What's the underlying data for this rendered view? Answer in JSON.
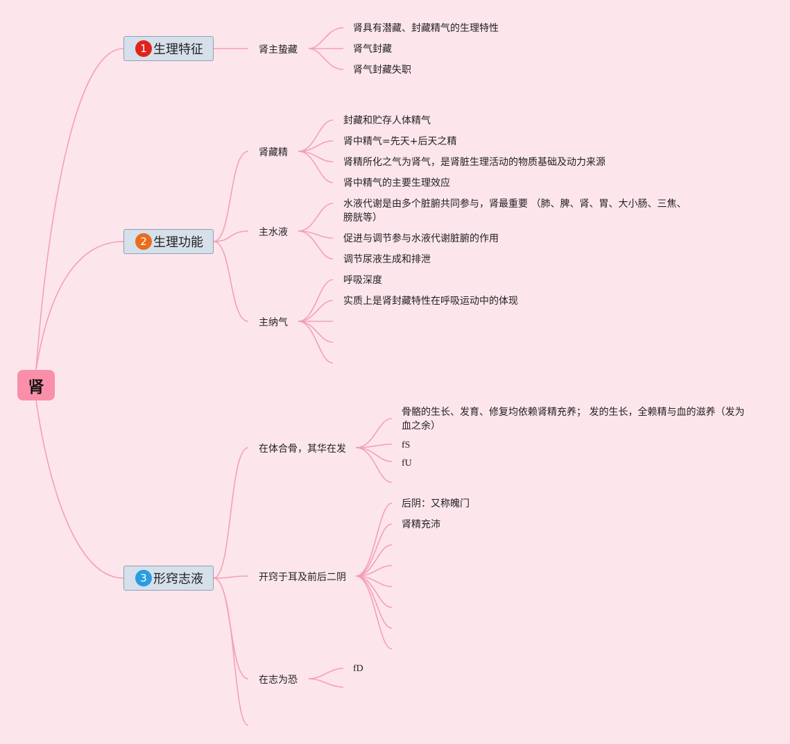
{
  "root": {
    "label": "肾"
  },
  "topics": [
    {
      "badge": "1",
      "badge_color": "#e0241c",
      "label": "生理特征"
    },
    {
      "badge": "2",
      "badge_color": "#ea6d1c",
      "label": "生理功能"
    },
    {
      "badge": "3",
      "badge_color": "#2a9de0",
      "label": "形窍志液"
    }
  ],
  "subtopics": {
    "t1_a": "肾主蛰藏",
    "t2_a": "肾藏精",
    "t2_b": "主水液",
    "t2_c": "主纳气",
    "t3_a": "在体合骨，其华在发",
    "t3_b": "开窍于耳及前后二阴",
    "t3_c": "在志为恐"
  },
  "leaves": {
    "t1_a": [
      "肾具有潜藏、封藏精气的生理特性",
      "肾气封藏",
      "肾气封藏失职"
    ],
    "t2_a": [
      "封藏和贮存人体精气",
      "肾中精气=先天+后天之精",
      "肾精所化之气为肾气，是肾脏生理活动的物质基础及动力来源",
      "肾中精气的主要生理效应"
    ],
    "t2_b": [
      "水液代谢是由多个脏腑共同参与，肾最重要 （肺、脾、肾、胃、大小肠、三焦、膀胱等）",
      "促进与调节参与水液代谢脏腑的作用",
      "调节尿液生成和排泄"
    ],
    "t2_c": [
      "呼吸深度",
      "实质上是肾封藏特性在呼吸运动中的体现"
    ],
    "t3_a": [
      "骨骼的生长、发育、修复均依赖肾精充养； 发的生长，全赖精与血的滋养（发为血之余）",
      "fS",
      "fU"
    ],
    "t3_b": [
      "后阴：又称魄门",
      "肾精充沛"
    ],
    "t3_c": [
      "fD"
    ]
  }
}
